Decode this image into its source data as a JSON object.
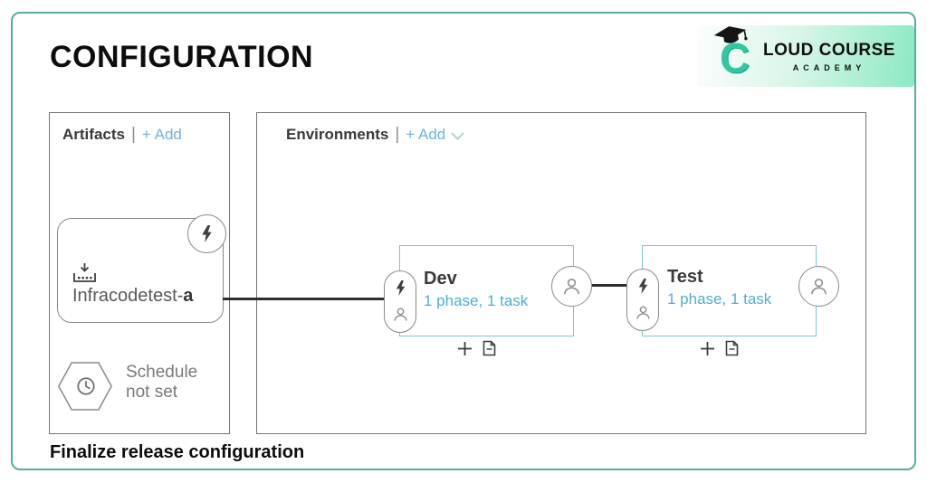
{
  "title": "CONFIGURATION",
  "caption": "Finalize release configuration",
  "logo": {
    "mark": "C",
    "line1": "LOUD COURSE",
    "line2": "ACADEMY",
    "cap_icon": "graduation-cap-icon"
  },
  "artifacts": {
    "title": "Artifacts",
    "separator": "|",
    "add_label": "+ Add",
    "artifact": {
      "name_prefix": "Infracodetest-",
      "name_suffix": "a",
      "trigger_icon": "lightning-icon",
      "source_icon": "download-icon"
    },
    "schedule": {
      "line1": "Schedule",
      "line2": "not set",
      "icon": "clock-icon"
    }
  },
  "environments": {
    "title": "Environments",
    "separator": "|",
    "add_label": "+ Add",
    "expand_icon": "chevron-down-icon",
    "items": [
      {
        "name": "Dev",
        "summary": "1 phase, 1 task"
      },
      {
        "name": "Test",
        "summary": "1 phase, 1 task"
      }
    ],
    "item_icons": {
      "pre_deploy": "lightning-icon",
      "owner": "person-icon",
      "post_deploy": "person-icon",
      "add": "plus-icon",
      "clone": "copy-icon"
    }
  },
  "colors": {
    "frame_teal": "#57ada0",
    "panel_border": "#757575",
    "env_border": "#7fc5ce",
    "add_link_blue": "#6fb5dc",
    "env_meta_blue": "#4fafd3",
    "logo_teal": "#2ec9a0",
    "logo_gradient_end": "#8ae9c3",
    "connector": "#2e2e2e",
    "muted_text": "#7a7a7a"
  }
}
